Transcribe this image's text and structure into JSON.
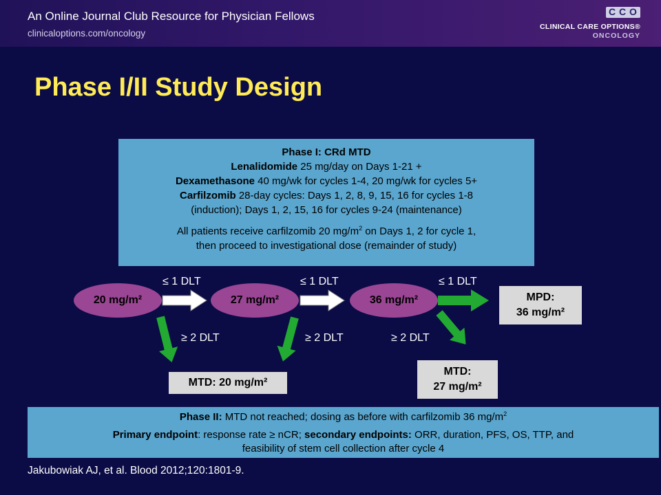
{
  "header": {
    "title": "An Online Journal Club Resource for Physician Fellows",
    "url": "clinicaloptions.com/oncology",
    "logo_mark": "CCO",
    "logo_name": "CLINICAL CARE OPTIONS®",
    "logo_sub": "ONCOLOGY"
  },
  "slide_title": "Phase I/II Study Design",
  "phase1": {
    "heading": "Phase I: CRd MTD",
    "len_drug": "Lenalidomide",
    "len_text": " 25 mg/day on Days 1-21 +",
    "dex_drug": "Dexamethasone",
    "dex_text": " 40 mg/wk for cycles 1-4, 20 mg/wk for cycles 5+",
    "carf_drug": "Carfilzomib",
    "carf_text": " 28-day cycles: Days 1, 2, 8, 9, 15, 16 for cycles 1-8",
    "carf_text2": "(induction); Days 1, 2, 15, 16 for cycles 9-24 (maintenance)",
    "all_a": "All patients receive carfilzomib 20 mg/m",
    "all_sup": "2",
    "all_b": " on Days 1, 2 for cycle 1,",
    "all_c": "then proceed to investigational dose (remainder of study)"
  },
  "doses": [
    "20 mg/m²",
    "27 mg/m²",
    "36 mg/m²"
  ],
  "dlt_low": "≤ 1 DLT",
  "dlt_high": "≥ 2 DLT",
  "mpd": {
    "line1": "MPD:",
    "line2": "36 mg/m²"
  },
  "mtd20": "MTD: 20 mg/m²",
  "mtd27": {
    "line1": "MTD:",
    "line2": "27 mg/m²"
  },
  "phase2": {
    "label": "Phase II:",
    "text_a": " MTD not reached; dosing as before with carfilzomib 36 mg/m",
    "sup": "2",
    "primary_label": "Primary endpoint",
    "primary_text": ": response rate ≥ nCR; ",
    "secondary_label": "secondary endpoints:",
    "secondary_text": " ORR, duration, PFS, OS, TTP, and",
    "line3": "feasibility of stem cell collection after cycle 4"
  },
  "citation": "Jakubowiak AJ, et al. Blood 2012;120:1801-9.",
  "colors": {
    "background": "#0b0b46",
    "title": "#ffeb55",
    "box": "#5aa6cf",
    "ellipse": "#9b4595",
    "green_arrow": "#22aa33"
  }
}
